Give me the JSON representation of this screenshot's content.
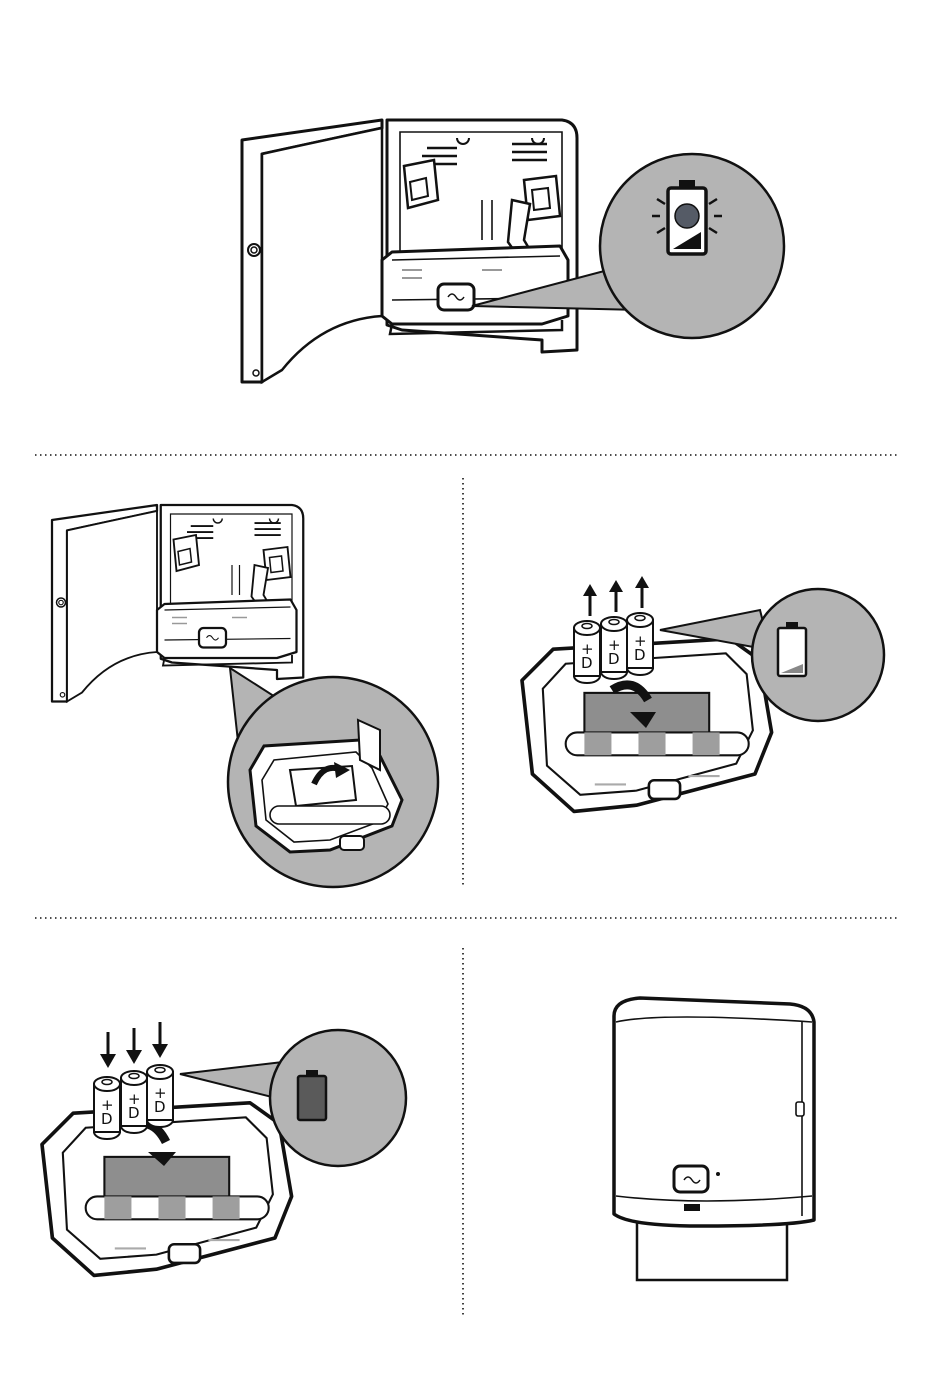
{
  "figure": {
    "kind": "instruction-diagram",
    "subject": "paper-towel dispenser battery replacement",
    "palette": {
      "line": "#111111",
      "callout": "#b4b4b4",
      "callout_dark": "#8a8a8a",
      "battery_fill": "#5a5a5a",
      "led": "#555b66"
    }
  },
  "steps": [
    {
      "icons": [
        "dispenser-open-icon",
        "battery-low-led-icon"
      ]
    },
    {
      "icons": [
        "dispenser-open-icon",
        "battery-cover-open-icon"
      ]
    },
    {
      "icons": [
        "battery-remove-icon",
        "battery-empty-icon"
      ],
      "battery_labels": [
        "+",
        "D",
        "+",
        "D",
        "+",
        "D"
      ]
    },
    {
      "icons": [
        "battery-insert-icon",
        "battery-full-icon"
      ],
      "battery_labels": [
        "+",
        "D",
        "+",
        "D",
        "+",
        "D"
      ]
    },
    {
      "icons": [
        "dispenser-closed-icon"
      ]
    }
  ],
  "battery": {
    "plus": "+",
    "letter": "D",
    "minus": "–"
  }
}
